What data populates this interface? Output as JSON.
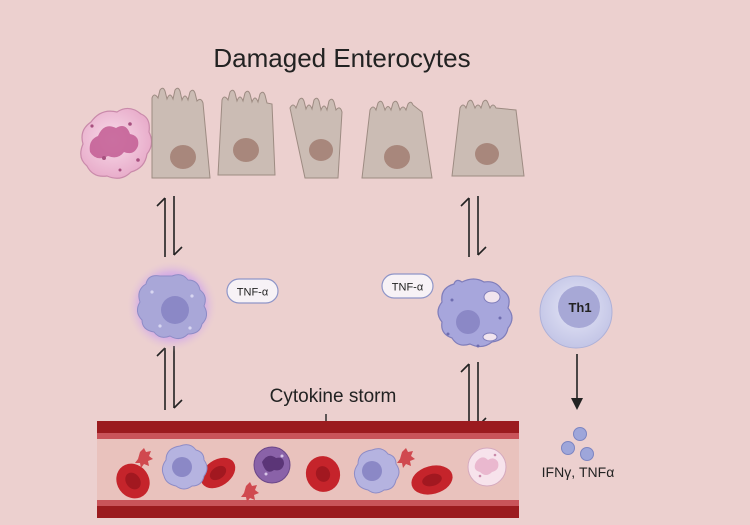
{
  "title": "Damaged Enterocytes",
  "labels": {
    "tnf_left": "TNF-α",
    "tnf_right": "TNF-α",
    "th1": "Th1",
    "cytokine_storm": "Cytokine storm",
    "ifn_tnf": "IFNγ, TNFα"
  },
  "colors": {
    "background": "#ecd0cf",
    "enterocyte": "#cbbcb4",
    "nucleus": "#a8877c",
    "vessel_dark": "#9b1b1f",
    "vessel_inner": "#e9c2bd",
    "rbc": "#c5242b",
    "monocyte": "#a9a7d8",
    "monocyte_glow": "#a855f7",
    "macrophage": "#a7a6dc",
    "th1": "#d2d4ee",
    "neutrophil": "#f2c6dc"
  },
  "icons": {
    "neutrophil": "neutrophil-cell-icon",
    "enterocyte": "enterocyte-cell-icon",
    "activated_monocyte": "activated-monocyte-icon",
    "macrophage": "macrophage-icon",
    "th1": "th1-cell-icon",
    "rbc": "red-blood-cell-icon",
    "platelet": "platelet-icon",
    "cytokine": "cytokine-particle-icon"
  }
}
